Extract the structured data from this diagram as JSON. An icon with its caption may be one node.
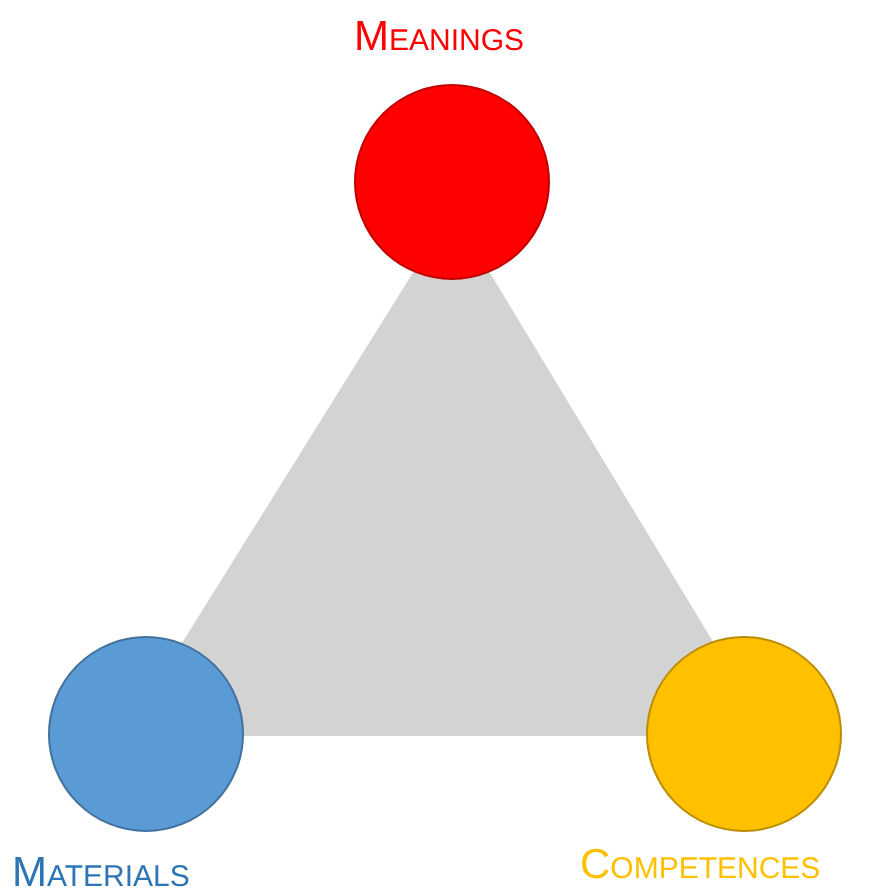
{
  "diagram": {
    "nodes": [
      {
        "text": [
          "Meanings"
        ]
      },
      {
        "text": [
          "Materials"
        ]
      },
      {
        "text": [
          "Competences"
        ]
      }
    ]
  }
}
